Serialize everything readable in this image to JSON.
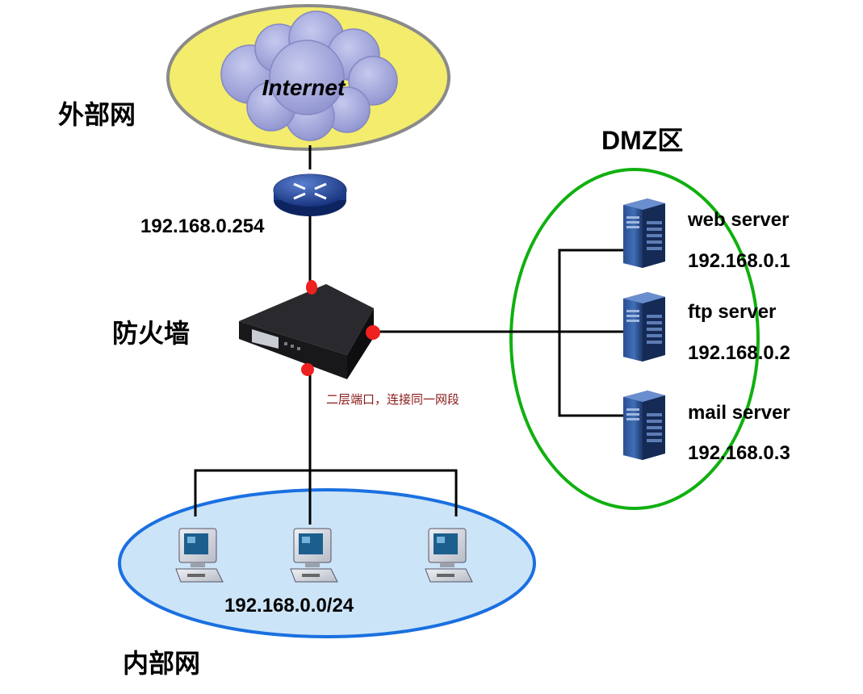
{
  "zones": {
    "external": {
      "label": "外部网",
      "cloud_label": "Internet"
    },
    "dmz": {
      "label": "DMZ区"
    },
    "internal": {
      "label": "内部网",
      "subnet": "192.168.0.0/24"
    }
  },
  "router": {
    "ip": "192.168.0.254"
  },
  "firewall": {
    "label": "防火墙",
    "note": "二层端口，连接同一网段"
  },
  "servers": [
    {
      "name": "web server",
      "ip": "192.168.0.1"
    },
    {
      "name": "ftp server",
      "ip": "192.168.0.2"
    },
    {
      "name": "mail server",
      "ip": "192.168.0.3"
    }
  ],
  "colors": {
    "external_zone_fill": "#f3ec6c",
    "cloud_fill": "#a4a8dc",
    "dmz_zone_stroke": "#10b010",
    "internal_zone_fill": "#cce4f8",
    "internal_zone_stroke": "#1a70e0",
    "port_dot": "#ee2020",
    "note_text": "#8b1a1a"
  }
}
